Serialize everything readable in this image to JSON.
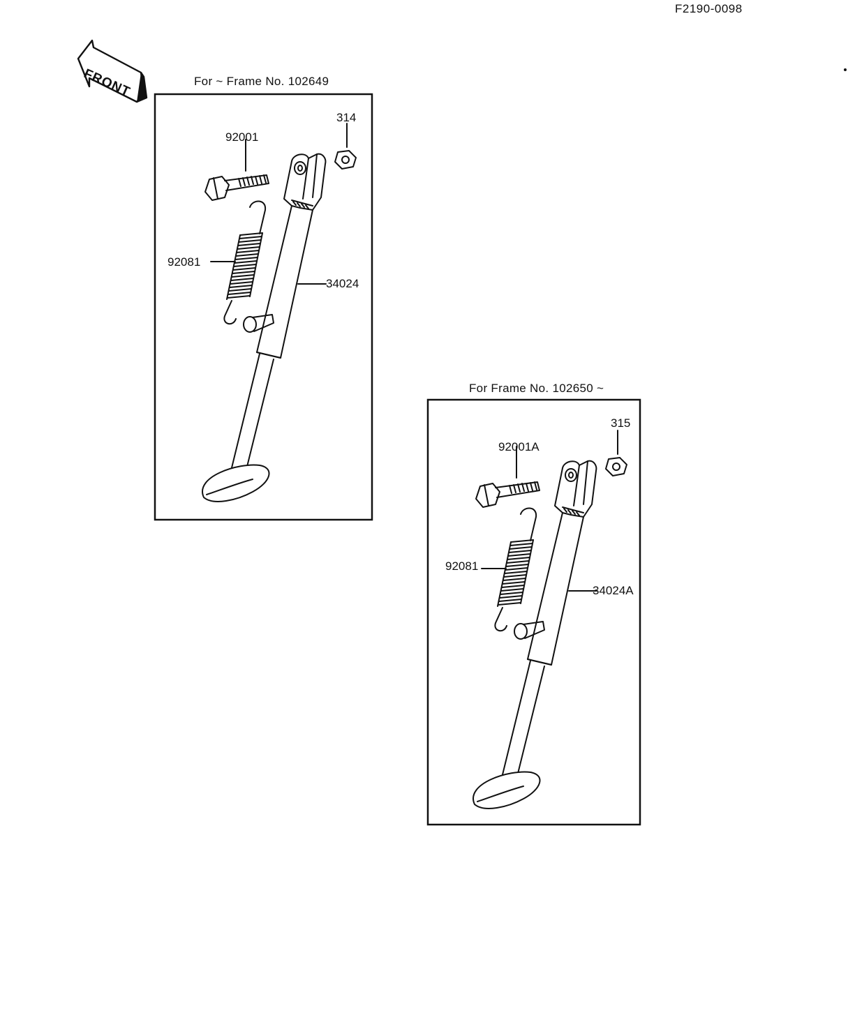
{
  "diagram": {
    "code": "F2190-0098",
    "front_label": "FRONT",
    "panels": [
      {
        "caption": "For ~ Frame No. 102649",
        "parts": {
          "nut": "314",
          "bolt": "92001",
          "spring": "92081",
          "stand": "34024"
        }
      },
      {
        "caption": "For Frame No. 102650 ~",
        "parts": {
          "nut": "315",
          "bolt": "92001A",
          "spring": "92081",
          "stand": "34024A"
        }
      }
    ]
  }
}
